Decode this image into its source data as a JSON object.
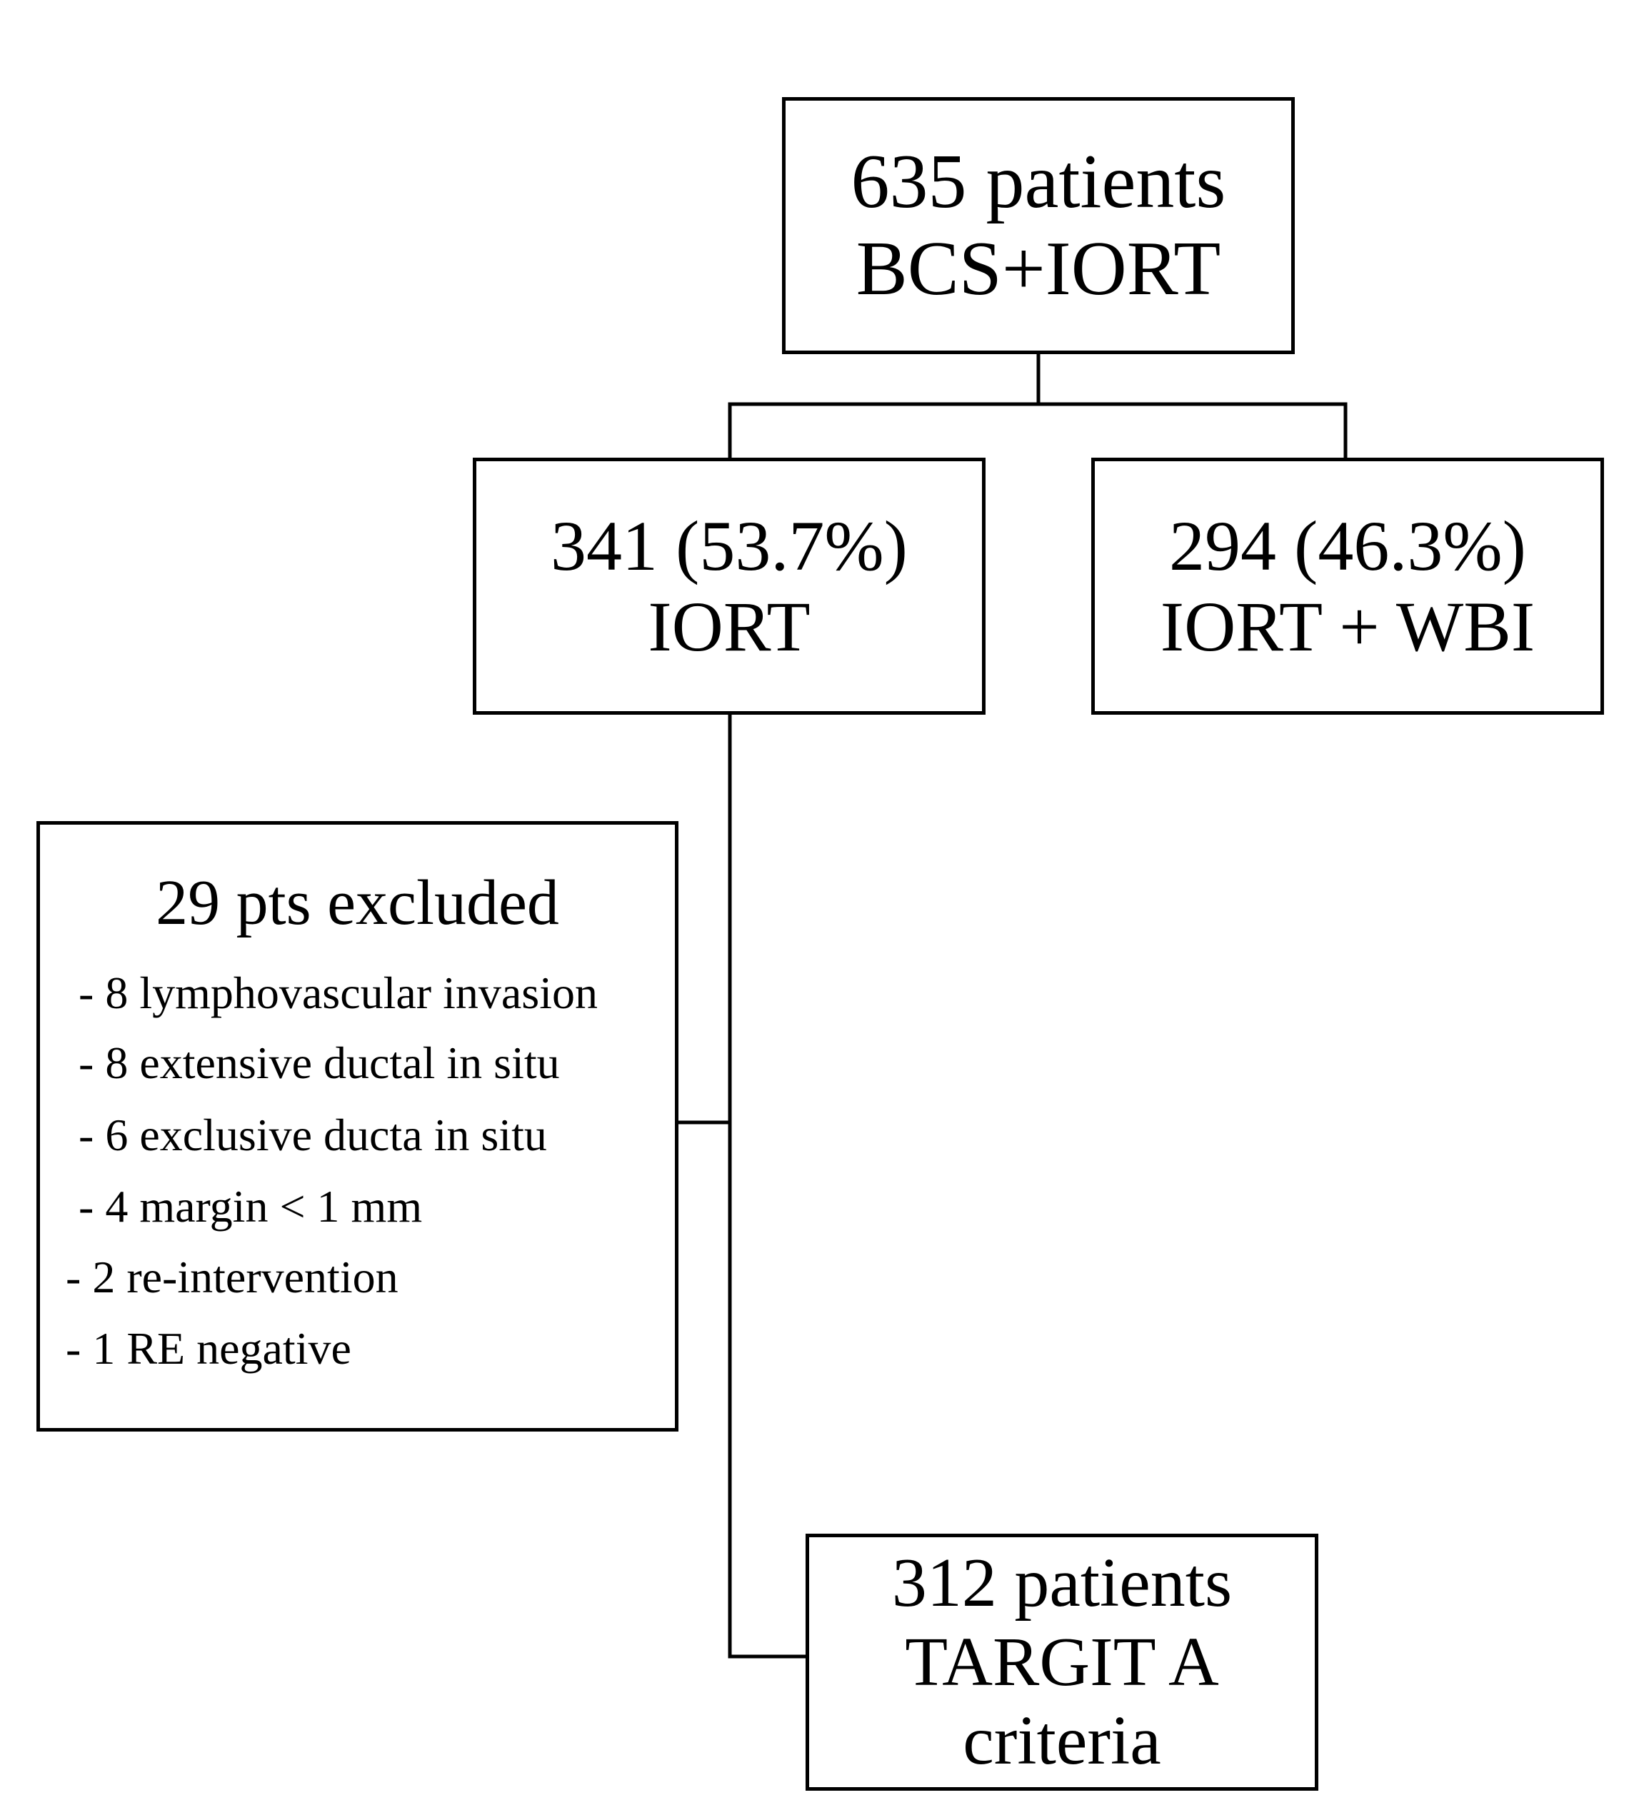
{
  "diagram": {
    "root": {
      "line1": "635 patients",
      "line2": "BCS+IORT"
    },
    "branch_left": {
      "line1": "341 (53.7%)",
      "line2": "IORT"
    },
    "branch_right": {
      "line1": "294 (46.3%)",
      "line2": "IORT + WBI"
    },
    "excluded": {
      "title": "29 pts excluded",
      "items": [
        "- 8 lymphovascular invasion",
        "- 8 extensive ductal in situ",
        "- 6 exclusive ducta in situ",
        "- 4 margin < 1 mm",
        "-  2 re-intervention",
        "- 1 RE negative"
      ]
    },
    "final": {
      "line1": "312 patients",
      "line2": "TARGIT A",
      "line3": "criteria"
    }
  }
}
